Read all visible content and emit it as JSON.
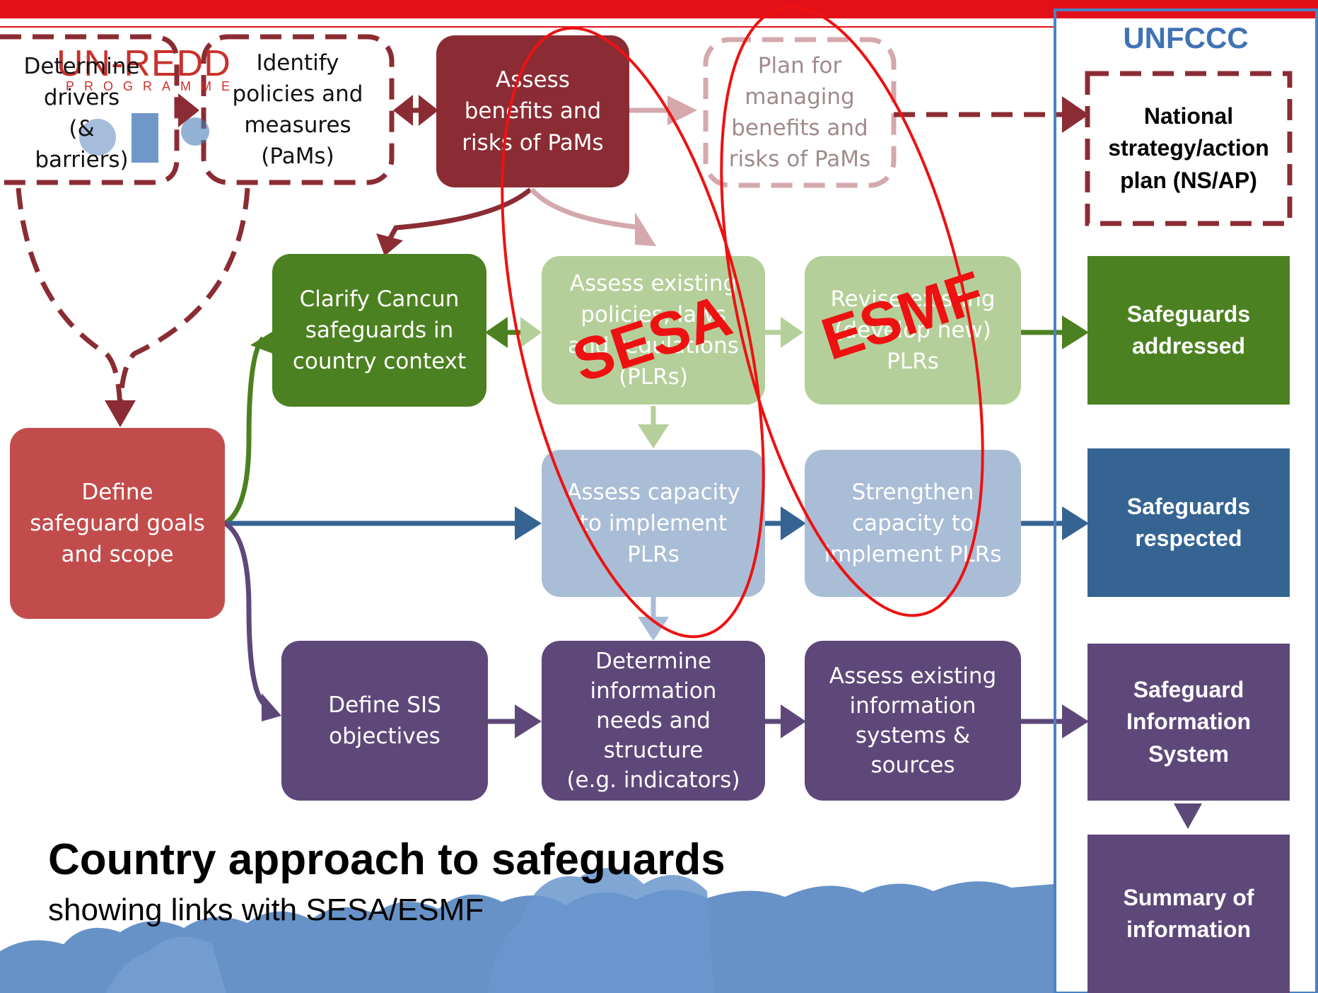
{
  "header": {
    "logo_main": "UN-REDD",
    "logo_sub": "PROGRAMME",
    "unfccc_label": "UNFCCC"
  },
  "colors": {
    "dark_red": "#8b2c34",
    "green": "#4c8121",
    "blue": "#356493",
    "purple": "#5e4879",
    "coral": "#c24c4c",
    "annotation_red": "#ee1111",
    "frame_blue": "#4a82c4"
  },
  "top_row": {
    "determine_drivers": "Determine\ndrivers\n(& barriers)",
    "identify_pams": "Identify\npolicies and\nmeasures\n(PaMs)",
    "assess_benefits": "Assess\nbenefits and\nrisks of PaMs",
    "plan_managing": "Plan for\nmanaging\nbenefits and\nrisks of PaMs"
  },
  "middle": {
    "define_goals": "Define\nsafeguard goals\nand scope",
    "clarify_cancun": "Clarify Cancun\nsafeguards in\ncountry context",
    "assess_existing_plrs": "Assess existing\npolicies, laws\nand regulations\n(PLRs)",
    "revise_plrs": "Revise existing\n(develop new)\nPLRs",
    "assess_capacity": "Assess capacity\nto implement\nPLRs",
    "strengthen_capacity": "Strengthen\ncapacity to\nimplement PLRs",
    "define_sis": "Define SIS\nobjectives",
    "determine_info": "Determine\ninformation\nneeds and\nstructure\n(e.g. indicators)",
    "assess_info_systems": "Assess existing\ninformation\nsystems &\nsources"
  },
  "unfccc_column": {
    "national_strategy": "National\nstrategy/action\nplan (NS/AP)",
    "safeguards_addressed": "Safeguards\naddressed",
    "safeguards_respected": "Safeguards\nrespected",
    "sis": "Safeguard\nInformation\nSystem",
    "summary": "Summary of\ninformation"
  },
  "annotations": {
    "sesa": "SESA",
    "esmf": "ESMF"
  },
  "caption": {
    "title": "Country approach to safeguards",
    "subtitle": "showing links with SESA/ESMF"
  }
}
